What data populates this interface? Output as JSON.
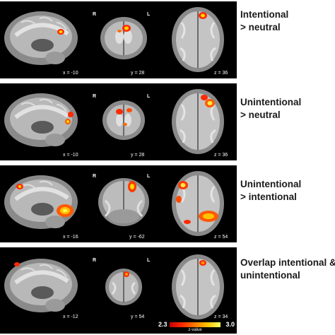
{
  "rows": [
    {
      "label_lines": [
        "Intentional",
        "> neutral"
      ],
      "coords": {
        "sagittal": "x = -10",
        "coronal": "y = 28",
        "axial": "z = 36"
      },
      "show_orientation": true
    },
    {
      "label_lines": [
        "Unintentional",
        "> neutral"
      ],
      "coords": {
        "sagittal": "x = -10",
        "coronal": "y = 28",
        "axial": "z = 36"
      },
      "show_orientation": true
    },
    {
      "label_lines": [
        "Unintentional",
        "> intentional"
      ],
      "coords": {
        "sagittal": "x = -16",
        "coronal": "y = -62",
        "axial": "z = 54"
      },
      "show_orientation": true
    },
    {
      "label_lines": [
        "Overlap intentional &",
        "unintentional"
      ],
      "coords": {
        "sagittal": "x = -12",
        "coronal": "y = 54",
        "axial": "z = 34"
      },
      "show_orientation": true
    }
  ],
  "orientation": {
    "right": "R",
    "left": "L"
  },
  "colorbar": {
    "min_label": "2.3",
    "max_label": "3.0",
    "title": "z-value",
    "colors": [
      "#c40000",
      "#ff2a00",
      "#ff7a00",
      "#ffc400",
      "#ffff66"
    ]
  },
  "colors": {
    "panel_bg": "#000000",
    "label_text": "#1a1a1a",
    "activation_low": "#d81e05",
    "activation_mid": "#ff8c00",
    "activation_high": "#ffe94a"
  }
}
